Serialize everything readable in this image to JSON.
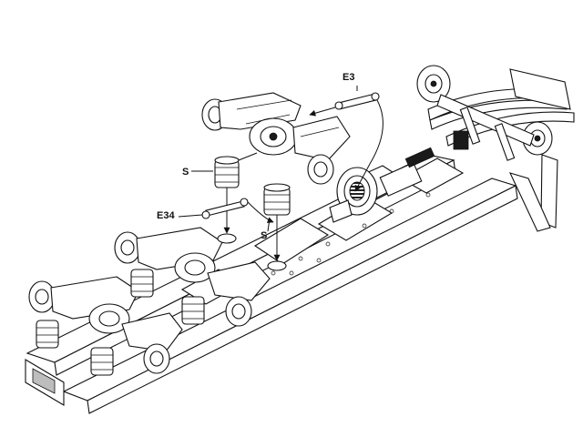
{
  "diagram": {
    "labels": {
      "e3": "E3",
      "s_left": "S",
      "e34": "E34",
      "s_lower": "S"
    }
  }
}
